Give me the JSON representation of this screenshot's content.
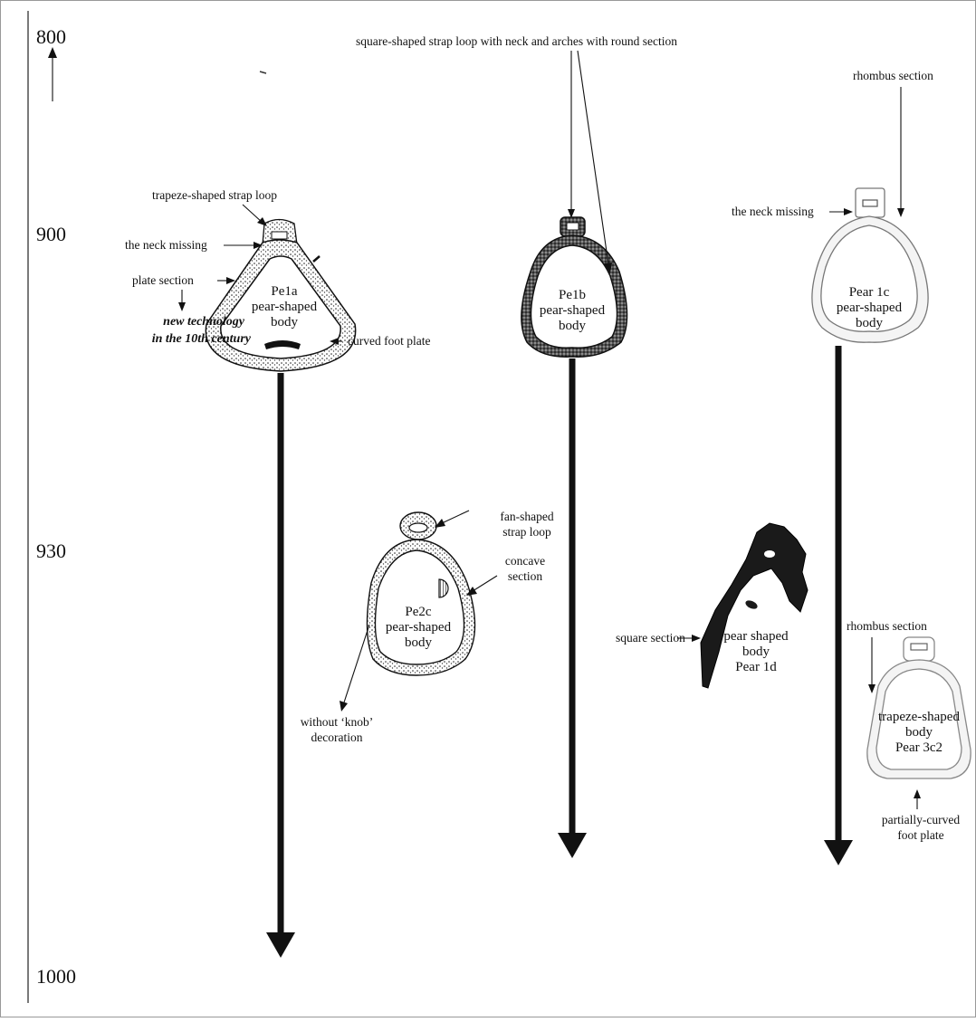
{
  "timeline": {
    "years": [
      "800",
      "900",
      "930",
      "1000"
    ]
  },
  "pe1a": {
    "strap_loop": "trapeze-shaped strap loop",
    "neck": "the neck missing",
    "section": "plate section",
    "note_line1": "new technology",
    "note_line2": "in the 10th century",
    "foot": "curved foot plate",
    "name": "Pe1a",
    "body_line1": "pear-shaped",
    "body_line2": "body"
  },
  "pe1b": {
    "annotation": "square-shaped strap loop with neck and arches with round section",
    "name": "Pe1b",
    "body_line1": "pear-shaped",
    "body_line2": "body"
  },
  "pear1c": {
    "section": "rhombus section",
    "neck": "the neck missing",
    "name": "Pear 1c",
    "body_line1": "pear-shaped",
    "body_line2": "body"
  },
  "pe2c": {
    "loop_line1": "fan-shaped",
    "loop_line2": "strap loop",
    "section_line1": "concave",
    "section_line2": "section",
    "name": "Pe2c",
    "body_line1": "pear-shaped",
    "body_line2": "body",
    "deco_line1": "without ‘knob’",
    "deco_line2": "decoration"
  },
  "pear1d": {
    "section": "square section",
    "body_line1": "pear shaped",
    "body_line2": "body",
    "name": "Pear 1d"
  },
  "pear3c2": {
    "section": "rhombus section",
    "body_line1": "trapeze-shaped",
    "body_line2": "body",
    "name": "Pear 3c2",
    "foot_line1": "partially-curved",
    "foot_line2": "foot plate"
  }
}
